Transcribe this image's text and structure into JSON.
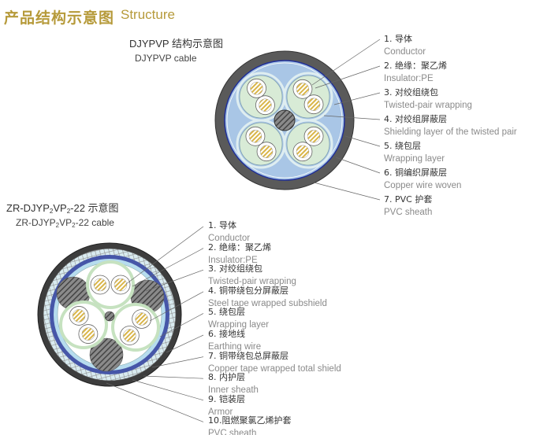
{
  "header": {
    "title_cn": "产品结构示意图",
    "title_en": "Structure"
  },
  "cable1": {
    "caption_cn": "DJYPVP 结构示意图",
    "caption_en": "DJYPVP cable",
    "labels": [
      {
        "cn": "1. 导体",
        "en": "Conductor"
      },
      {
        "cn": "2. 绝缘：聚乙烯",
        "en": "Insulator:PE"
      },
      {
        "cn": "3. 对绞组绕包",
        "en": "Twisted-pair wrapping"
      },
      {
        "cn": "4. 对绞组屏蔽层",
        "en": "Shielding layer of the twisted pair"
      },
      {
        "cn": "5. 绕包层",
        "en": "Wrapping layer"
      },
      {
        "cn": "6. 铜编织屏蔽层",
        "en": "Copper wire woven"
      },
      {
        "cn": "7. PVC 护套",
        "en": "PVC sheath"
      }
    ]
  },
  "cable2": {
    "caption_cn_a": "ZR-DJYP",
    "caption_cn_sub1": "2",
    "caption_cn_b": "VP",
    "caption_cn_sub2": "2",
    "caption_cn_c": "-22 示意图",
    "caption_en_a": "ZR-DJYP",
    "caption_en_sub1": "2",
    "caption_en_b": "VP",
    "caption_en_sub2": "2",
    "caption_en_c": "-22 cable",
    "labels": [
      {
        "cn": "1.  导体",
        "en": "Conductor"
      },
      {
        "cn": "2.  绝缘：聚乙烯",
        "en": "Insulator:PE"
      },
      {
        "cn": "3.  对绞组绕包",
        "en": "Twisted-pair wrapping"
      },
      {
        "cn": "4.  铜带绕包分屏蔽层",
        "en": "Steel tape wrapped subshield"
      },
      {
        "cn": "5.  绕包层",
        "en": "Wrapping layer"
      },
      {
        "cn": "6.  接地线",
        "en": "Earthing wire"
      },
      {
        "cn": "7.  铜带绕包总屏蔽层",
        "en": "Copper tape wrapped total shield"
      },
      {
        "cn": "8.  内护层",
        "en": "Inner sheath"
      },
      {
        "cn": "9.  铠装层",
        "en": "Armor"
      },
      {
        "cn": "10.阻燃聚氯乙烯护套",
        "en": "PVC sheath"
      }
    ]
  }
}
